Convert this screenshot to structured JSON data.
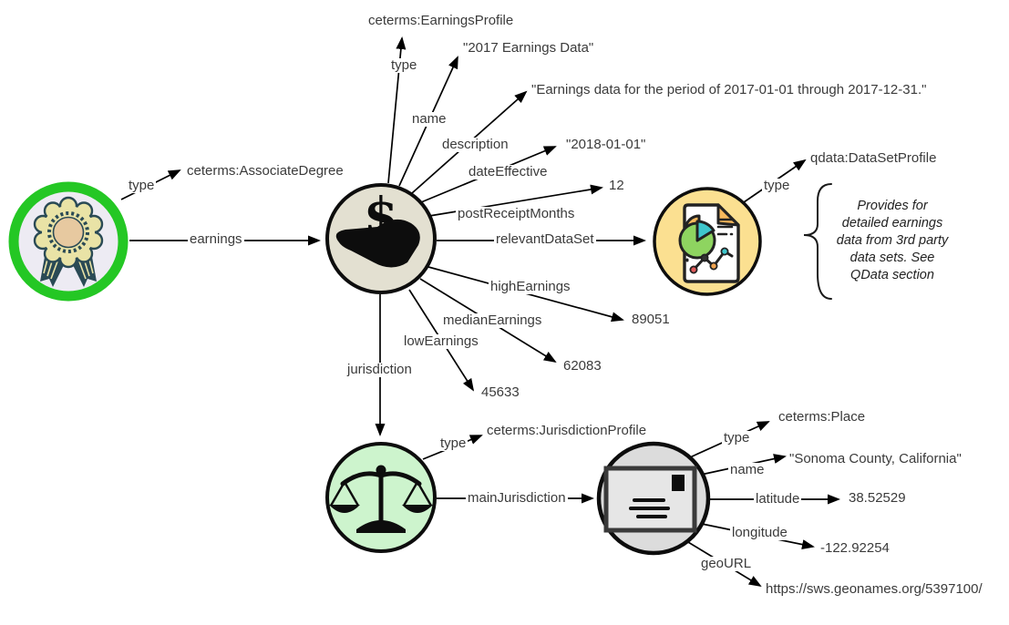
{
  "diagram_kind": "linked-data property graph",
  "colors": {
    "line": "#000000",
    "label_text": "#3b3b3b",
    "badge_ring": "#24c724"
  },
  "nodes": {
    "credential": {
      "icon": "award-ribbon-icon",
      "fill": "#edebf3"
    },
    "earnings_profile": {
      "icon": "dollar-hand-icon",
      "fill": "#e3e0d1"
    },
    "dataset_profile": {
      "icon": "report-chart-icon",
      "fill": "#fbe091"
    },
    "jurisdiction_profile": {
      "icon": "scales-icon",
      "fill": "#cdf4cd"
    },
    "place": {
      "icon": "envelope-icon",
      "fill": "#dcdcdc"
    }
  },
  "edges": {
    "credential_type": {
      "label": "type",
      "value": "ceterms:AssociateDegree"
    },
    "earnings": {
      "label": "earnings"
    },
    "earnings_type": {
      "label": "type",
      "value": "ceterms:EarningsProfile"
    },
    "name": {
      "label": "name",
      "value": "\"2017 Earnings Data\""
    },
    "description": {
      "label": "description",
      "value": "\"Earnings data for the period of 2017-01-01 through 2017-12-31.\""
    },
    "date_effective": {
      "label": "dateEffective",
      "value": "\"2018-01-01\""
    },
    "post_receipt_months": {
      "label": "postReceiptMonths",
      "value": "12"
    },
    "relevant_data_set": {
      "label": "relevantDataSet"
    },
    "high_earnings": {
      "label": "highEarnings",
      "value": "89051"
    },
    "median_earnings": {
      "label": "medianEarnings",
      "value": "62083"
    },
    "low_earnings": {
      "label": "lowEarnings",
      "value": "45633"
    },
    "jurisdiction": {
      "label": "jurisdiction"
    },
    "dataset_type": {
      "label": "type",
      "value": "qdata:DataSetProfile"
    },
    "jurisdiction_type": {
      "label": "type",
      "value": "ceterms:JurisdictionProfile"
    },
    "main_jurisdiction": {
      "label": "mainJurisdiction"
    },
    "place_type": {
      "label": "type",
      "value": "ceterms:Place"
    },
    "place_name": {
      "label": "name",
      "value": "\"Sonoma County, California\""
    },
    "latitude": {
      "label": "latitude",
      "value": "38.52529"
    },
    "longitude": {
      "label": "longitude",
      "value": "-122.92254"
    },
    "geo_url": {
      "label": "geoURL",
      "value": "https://sws.geonames.org/5397100/"
    }
  },
  "annotation": {
    "text": "Provides for detailed earnings data from 3rd party data sets. See QData section",
    "lines": [
      "Provides for",
      "detailed earnings",
      "data from 3rd party",
      "data sets. See",
      "QData section"
    ]
  }
}
